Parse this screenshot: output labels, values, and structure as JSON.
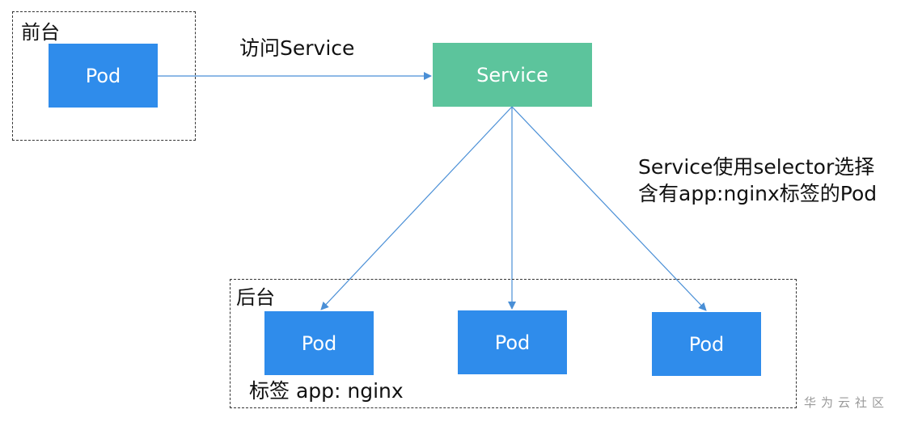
{
  "groups": {
    "frontend": {
      "label": "前台"
    },
    "backend": {
      "label": "后台"
    }
  },
  "nodes": {
    "frontend_pod": {
      "label": "Pod"
    },
    "service": {
      "label": "Service"
    },
    "backend_pod_1": {
      "label": "Pod"
    },
    "backend_pod_2": {
      "label": "Pod"
    },
    "backend_pod_3": {
      "label": "Pod"
    }
  },
  "edge_labels": {
    "access_service": "访问Service",
    "selector_line1": "Service使用selector选择",
    "selector_line2": "含有app:nginx标签的Pod",
    "pod_tag": "标签 app: nginx"
  },
  "watermark": "华为云社区",
  "colors": {
    "pod": "#2f8ceb",
    "service": "#5cc49c",
    "edge": "#4a8fd6"
  }
}
